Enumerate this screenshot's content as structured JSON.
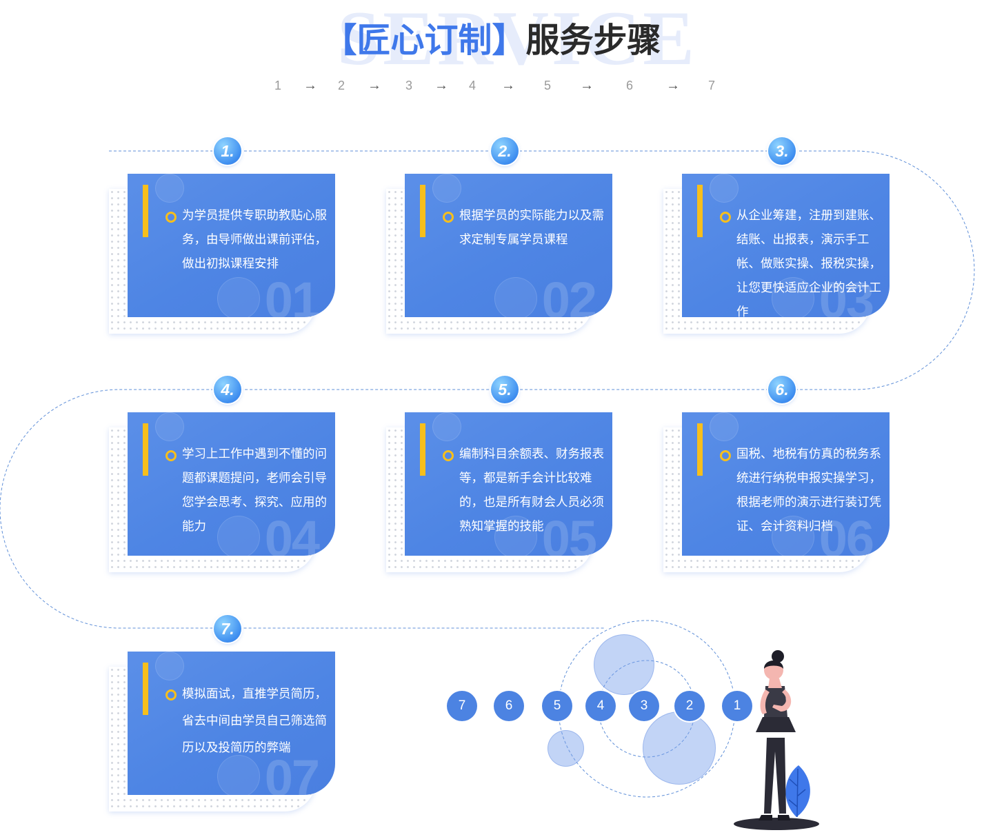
{
  "header": {
    "watermark": "SERVICE",
    "title_highlight": "【匠心订制】",
    "title_rest": "服务步骤",
    "nav": [
      "1",
      "→",
      "2",
      "→",
      "3",
      "→",
      "4",
      "→",
      "5",
      "→",
      "6",
      "→",
      "7"
    ]
  },
  "steps": [
    {
      "badge": "1.",
      "num": "01",
      "text": "为学员提供专职助教贴心服务，由导师做出课前评估，做出初拟课程安排"
    },
    {
      "badge": "2.",
      "num": "02",
      "text": "根据学员的实际能力以及需求定制专属学员课程"
    },
    {
      "badge": "3.",
      "num": "03",
      "text": "从企业筹建，注册到建账、结账、出报表，演示手工帐、做账实操、报税实操，让您更快适应企业的会计工作"
    },
    {
      "badge": "4.",
      "num": "04",
      "text": "学习上工作中遇到不懂的问题都课题提问，老师会引导您学会思考、探究、应用的能力"
    },
    {
      "badge": "5.",
      "num": "05",
      "text": "编制科目余额表、财务报表等，都是新手会计比较难的，也是所有财会人员必须熟知掌握的技能"
    },
    {
      "badge": "6.",
      "num": "06",
      "text": "国税、地税有仿真的税务系统进行纳税申报实操学习，根据老师的演示进行装订凭证、会计资料归档"
    },
    {
      "badge": "7.",
      "num": "07",
      "text": "模拟面试，直推学员简历，省去中间由学员自己筛选简历以及投简历的弊端"
    }
  ],
  "illustration": {
    "orbs": [
      "7",
      "6",
      "5",
      "4",
      "3",
      "2",
      "1"
    ]
  },
  "colors": {
    "accent_blue": "#3f78ea",
    "card_blue": "#4e85e4",
    "marker_yellow": "#f7bf1c"
  }
}
